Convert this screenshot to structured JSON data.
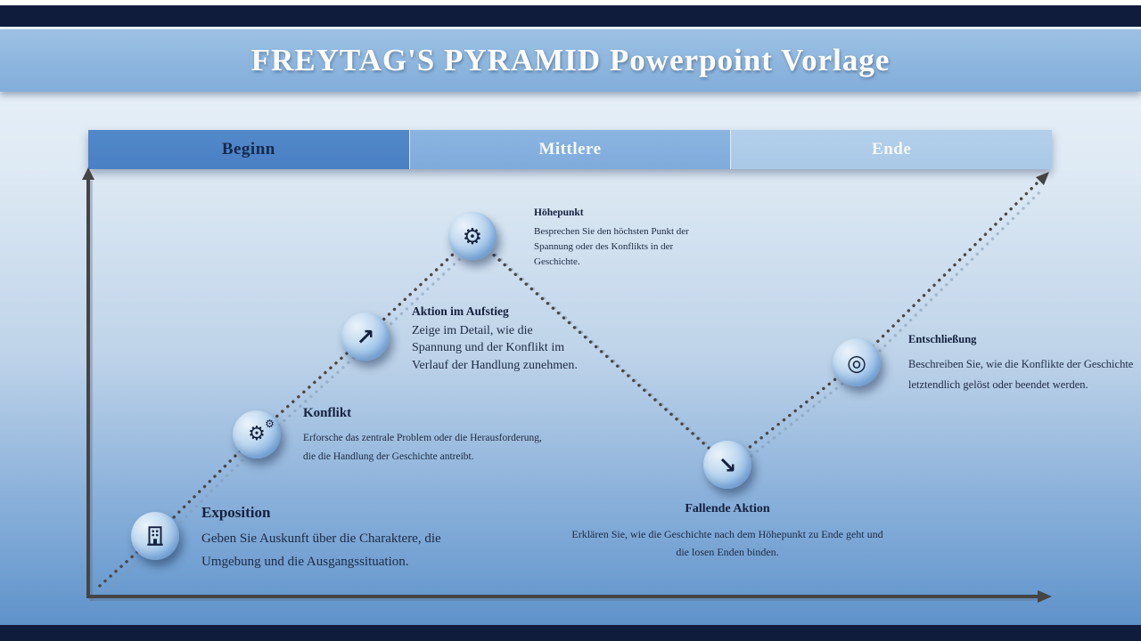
{
  "header": {
    "title": "FREYTAG'S PYRAMID Powerpoint Vorlage"
  },
  "tabs": [
    {
      "label": "Beginn"
    },
    {
      "label": "Mittlere"
    },
    {
      "label": "Ende"
    }
  ],
  "stages": [
    {
      "name": "Exposition",
      "description": "Geben Sie Auskunft über die Charaktere, die Umgebung und die Ausgangssituation.",
      "icon": "building-icon"
    },
    {
      "name": "Konflikt",
      "description": "Erforsche das zentrale Problem oder die Herausforderung, die die Handlung der Geschichte antreibt.",
      "icon": "gears-icon"
    },
    {
      "name": "Aktion im Aufstieg",
      "description": "Zeige im Detail, wie die Spannung und der Konflikt im Verlauf der Handlung zunehmen.",
      "icon": "rising-arrow-icon"
    },
    {
      "name": "Höhepunkt",
      "description": "Besprechen Sie den höchsten Punkt der Spannung oder des Konflikts in der Geschichte.",
      "icon": "gear-icon"
    },
    {
      "name": "Fallende Aktion",
      "description": "Erklären Sie, wie die Geschichte nach dem Höhepunkt zu Ende geht und die losen Enden binden.",
      "icon": "falling-arrow-icon"
    },
    {
      "name": "Entschließung",
      "description": "Beschreiben Sie, wie die Konflikte der Geschichte letztendlich gelöst oder beendet werden.",
      "icon": "target-icon"
    }
  ],
  "icons": {
    "gears_glyph": "⚙",
    "small_gear_glyph": "⚙",
    "rising_arrow_glyph": "↗",
    "gear_glyph": "⚙",
    "falling_arrow_glyph": "↘",
    "target_glyph": "◎"
  },
  "colors": {
    "frame_navy": "#0f1c3c",
    "header_blue": "#8cb5de",
    "tab_beginn": "#4a80c4",
    "tab_mittlere": "#7fabdc",
    "tab_ende": "#a9c9e7",
    "background_top": "#ecf3f9",
    "background_bottom": "#5f93ca",
    "node_blue": "#8db8e4",
    "line_gray": "#474747",
    "text_navy": "#14213d"
  }
}
